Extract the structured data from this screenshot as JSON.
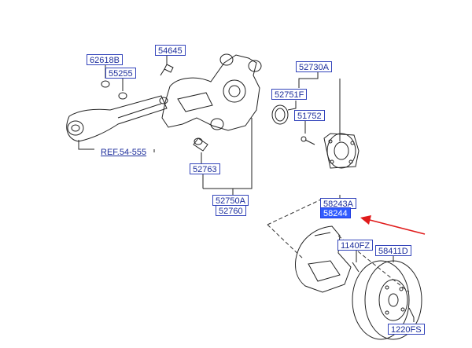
{
  "labels": {
    "l_62618B": "62618B",
    "l_55255": "55255",
    "l_54645": "54645",
    "l_52730A": "52730A",
    "l_52751F": "52751F",
    "l_51752": "51752",
    "l_52763": "52763",
    "l_52750A": "52750A",
    "l_52760": "52760",
    "l_58243A": "58243A",
    "l_58244": "58244",
    "l_1140FZ": "1140FZ",
    "l_58411D": "58411D",
    "l_1220FS": "1220FS"
  },
  "reference": "REF.54-555",
  "colors": {
    "label_border": "#3344bb",
    "label_text": "#1c2d9b",
    "highlight": "#2f5bff",
    "arrow": "#e01b1b",
    "line": "#222222"
  }
}
